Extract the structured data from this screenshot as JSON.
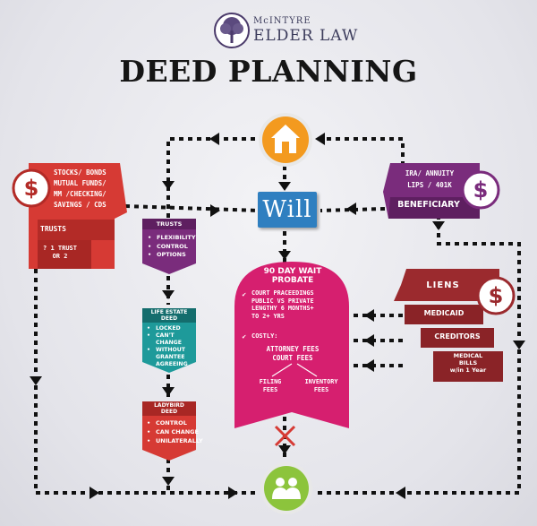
{
  "brand": {
    "line1": "McINTYRE",
    "line2": "ELDER LAW"
  },
  "title": "DEED PLANNING",
  "will": "Will",
  "assets": {
    "lines": [
      "STOCKS/ BONDS",
      "MUTUAL FUNDS/",
      "MM /CHECKING/",
      "SAVINGS / CDS"
    ],
    "trusts": "TRUSTS",
    "trust_or": "? 1 TRUST\nOR 2"
  },
  "beneficiary": {
    "lines": [
      "IRA/ ANNUITY",
      "LIPS / 401K"
    ],
    "label": "BENEFICIARY"
  },
  "trusts_box": {
    "header": "TRUSTS",
    "items": [
      "FLEXIBILITY",
      "CONTROL",
      "OPTIONS"
    ]
  },
  "life_estate": {
    "header": "LIFE ESTATE\nDEED",
    "items": [
      "LOCKED",
      "CAN'T CHANGE",
      "WITHOUT\nGRANTEE\nAGREEING"
    ]
  },
  "ladybird": {
    "header": "LADYBIRD\nDEED",
    "items": [
      "CONTROL",
      "CAN CHANGE",
      "UNILATERALLY"
    ]
  },
  "probate": {
    "title": "90 DAY WAIT\nPROBATE",
    "check1": "COURT PRACEEDINGS\nPUBLIC VS PRIVATE\nLENGTHY 6 MONTHS+\nTO 2+ YRS",
    "check2": "COSTLY:",
    "fees_a": "ATTORNEY FEES",
    "fees_b": "COURT FEES",
    "filing": "FILING\nFEES",
    "inventory": "INVENTORY\nFEES"
  },
  "liens": {
    "title": "LIENS",
    "items": [
      "MEDICAID",
      "CREDITORS",
      "MEDICAL\nBILLS\nw/in 1 Year"
    ]
  },
  "colors": {
    "red": "#d63a34",
    "purple": "#7a2c7c",
    "teal": "#1e9a9a",
    "pink": "#d61f6f",
    "maroon": "#9b2a2e",
    "blue": "#2f7fc0",
    "orange": "#f39a1f",
    "green": "#8cc43c"
  },
  "icons": [
    "house-icon",
    "dollar-icon",
    "people-icon",
    "tree-logo-icon",
    "check-icon"
  ]
}
